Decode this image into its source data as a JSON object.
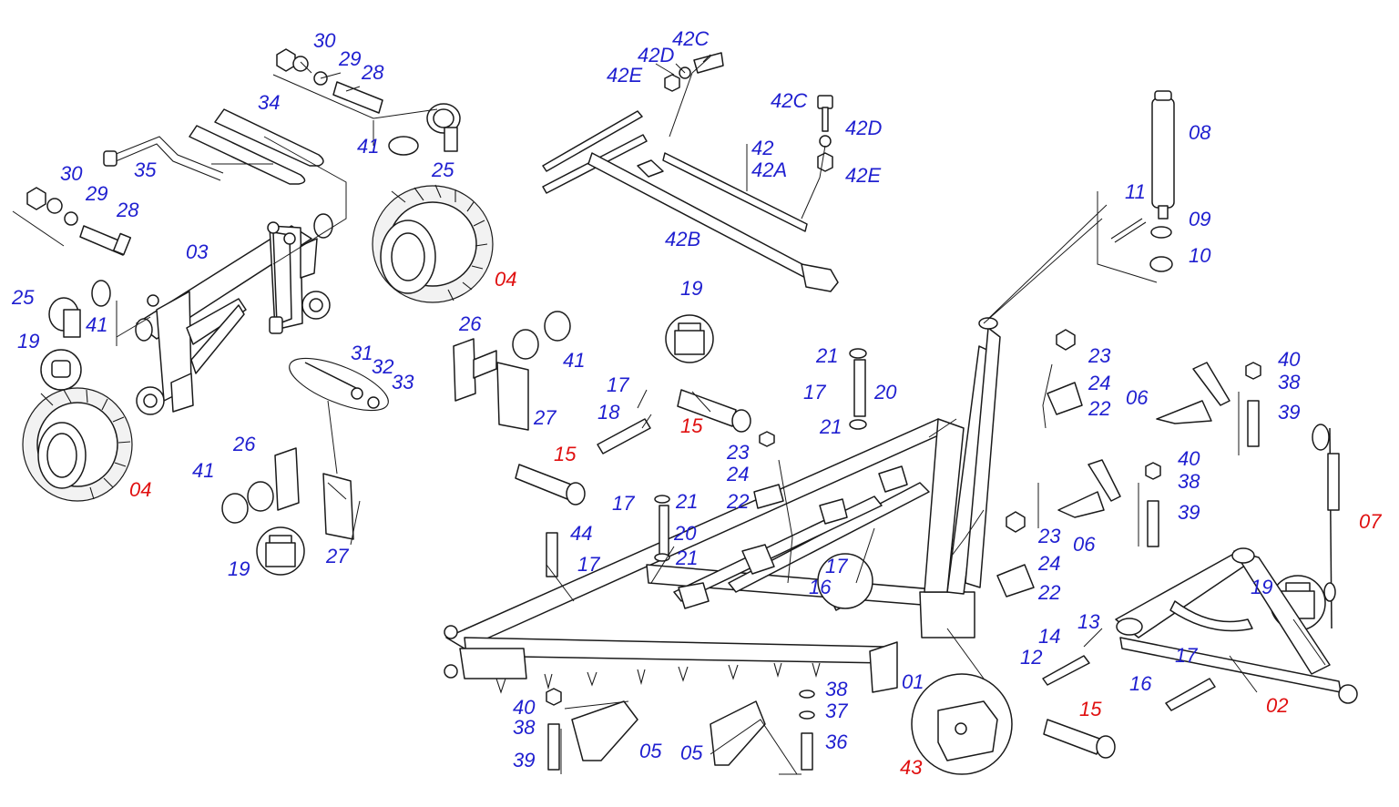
{
  "colors": {
    "assembly_label": "#1f1fd0",
    "main_label": "#e01010",
    "line": "#1a1a1a"
  },
  "labels": [
    {
      "text": "30",
      "kind": "assembly"
    },
    {
      "text": "29",
      "kind": "assembly"
    },
    {
      "text": "28",
      "kind": "assembly"
    },
    {
      "text": "34",
      "kind": "assembly"
    },
    {
      "text": "41",
      "kind": "assembly"
    },
    {
      "text": "35",
      "kind": "assembly"
    },
    {
      "text": "25",
      "kind": "assembly"
    },
    {
      "text": "30",
      "kind": "assembly"
    },
    {
      "text": "29",
      "kind": "assembly"
    },
    {
      "text": "28",
      "kind": "assembly"
    },
    {
      "text": "03",
      "kind": "assembly"
    },
    {
      "text": "04",
      "kind": "main"
    },
    {
      "text": "25",
      "kind": "assembly"
    },
    {
      "text": "41",
      "kind": "assembly"
    },
    {
      "text": "19",
      "kind": "assembly"
    },
    {
      "text": "04",
      "kind": "main"
    },
    {
      "text": "26",
      "kind": "assembly"
    },
    {
      "text": "41",
      "kind": "assembly"
    },
    {
      "text": "31",
      "kind": "assembly"
    },
    {
      "text": "32",
      "kind": "assembly"
    },
    {
      "text": "33",
      "kind": "assembly"
    },
    {
      "text": "27",
      "kind": "assembly"
    },
    {
      "text": "26",
      "kind": "assembly"
    },
    {
      "text": "41",
      "kind": "assembly"
    },
    {
      "text": "19",
      "kind": "assembly"
    },
    {
      "text": "27",
      "kind": "assembly"
    },
    {
      "text": "42C",
      "kind": "assembly"
    },
    {
      "text": "42D",
      "kind": "assembly"
    },
    {
      "text": "42E",
      "kind": "assembly"
    },
    {
      "text": "42C",
      "kind": "assembly"
    },
    {
      "text": "42D",
      "kind": "assembly"
    },
    {
      "text": "42",
      "kind": "assembly"
    },
    {
      "text": "42A",
      "kind": "assembly"
    },
    {
      "text": "42E",
      "kind": "assembly"
    },
    {
      "text": "42B",
      "kind": "assembly"
    },
    {
      "text": "08",
      "kind": "assembly"
    },
    {
      "text": "11",
      "kind": "assembly"
    },
    {
      "text": "09",
      "kind": "assembly"
    },
    {
      "text": "10",
      "kind": "assembly"
    },
    {
      "text": "19",
      "kind": "assembly"
    },
    {
      "text": "17",
      "kind": "assembly"
    },
    {
      "text": "18",
      "kind": "assembly"
    },
    {
      "text": "15",
      "kind": "main"
    },
    {
      "text": "15",
      "kind": "main"
    },
    {
      "text": "21",
      "kind": "assembly"
    },
    {
      "text": "17",
      "kind": "assembly"
    },
    {
      "text": "20",
      "kind": "assembly"
    },
    {
      "text": "21",
      "kind": "assembly"
    },
    {
      "text": "23",
      "kind": "assembly"
    },
    {
      "text": "24",
      "kind": "assembly"
    },
    {
      "text": "22",
      "kind": "assembly"
    },
    {
      "text": "23",
      "kind": "assembly"
    },
    {
      "text": "24",
      "kind": "assembly"
    },
    {
      "text": "22",
      "kind": "assembly"
    },
    {
      "text": "06",
      "kind": "assembly"
    },
    {
      "text": "40",
      "kind": "assembly"
    },
    {
      "text": "38",
      "kind": "assembly"
    },
    {
      "text": "39",
      "kind": "assembly"
    },
    {
      "text": "40",
      "kind": "assembly"
    },
    {
      "text": "38",
      "kind": "assembly"
    },
    {
      "text": "39",
      "kind": "assembly"
    },
    {
      "text": "06",
      "kind": "assembly"
    },
    {
      "text": "07",
      "kind": "main"
    },
    {
      "text": "17",
      "kind": "assembly"
    },
    {
      "text": "21",
      "kind": "assembly"
    },
    {
      "text": "20",
      "kind": "assembly"
    },
    {
      "text": "21",
      "kind": "assembly"
    },
    {
      "text": "44",
      "kind": "assembly"
    },
    {
      "text": "17",
      "kind": "assembly"
    },
    {
      "text": "17",
      "kind": "assembly"
    },
    {
      "text": "16",
      "kind": "assembly"
    },
    {
      "text": "23",
      "kind": "assembly"
    },
    {
      "text": "24",
      "kind": "assembly"
    },
    {
      "text": "22",
      "kind": "assembly"
    },
    {
      "text": "01",
      "kind": "assembly"
    },
    {
      "text": "14",
      "kind": "assembly"
    },
    {
      "text": "13",
      "kind": "assembly"
    },
    {
      "text": "12",
      "kind": "assembly"
    },
    {
      "text": "19",
      "kind": "assembly"
    },
    {
      "text": "17",
      "kind": "assembly"
    },
    {
      "text": "16",
      "kind": "assembly"
    },
    {
      "text": "02",
      "kind": "main"
    },
    {
      "text": "15",
      "kind": "main"
    },
    {
      "text": "40",
      "kind": "assembly"
    },
    {
      "text": "38",
      "kind": "assembly"
    },
    {
      "text": "39",
      "kind": "assembly"
    },
    {
      "text": "05",
      "kind": "assembly"
    },
    {
      "text": "05",
      "kind": "assembly"
    },
    {
      "text": "38",
      "kind": "assembly"
    },
    {
      "text": "37",
      "kind": "assembly"
    },
    {
      "text": "36",
      "kind": "assembly"
    },
    {
      "text": "43",
      "kind": "main"
    }
  ]
}
